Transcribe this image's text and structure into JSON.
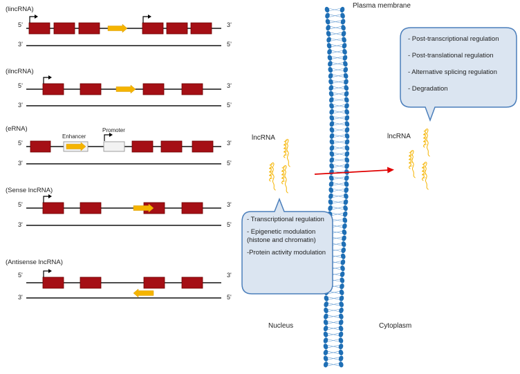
{
  "panels": [
    {
      "title": "(lincRNA)",
      "top_left": "5’",
      "top_right": "3’",
      "bottom_left": "3’",
      "bottom_right": "5’"
    },
    {
      "title": "(ilncRNA)",
      "top_left": "5’",
      "top_right": "3’",
      "bottom_left": "3’",
      "bottom_right": "5’"
    },
    {
      "title": "(eRNA)",
      "top_left": "5'",
      "top_right": "3'",
      "bottom_left": "3'",
      "bottom_right": "5'",
      "enhancer": "Enhancer",
      "promoter": "Promoter"
    },
    {
      "title": "(Sense lncRNA)",
      "top_left": "5'",
      "top_right": "3'",
      "bottom_left": "3'",
      "bottom_right": "5'"
    },
    {
      "title": "(Antisense lncRNA)",
      "top_left": "5'",
      "top_right": "3'",
      "bottom_left": "3'",
      "bottom_right": "5'"
    }
  ],
  "cell": {
    "membrane_label": "Plasma membrane",
    "nucleus_label": "Nucleus",
    "cytoplasm_label": "Cytoplasm",
    "lncrna_nucleus": "lncRNA",
    "lncrna_cytoplasm": "lncRNA"
  },
  "nuclear_functions": [
    "- Transcriptional regulation",
    "- Epigenetic modulation (histone and chromatin)",
    "-Protein activity modulation"
  ],
  "cytoplasmic_functions": [
    "- Post-transcriptional regulation",
    "- Post-translational regulation",
    "- Alternative splicing regulation",
    "- Degradation"
  ],
  "colors": {
    "exon": "#a50f15",
    "exon_border": "#6b0000",
    "arrow": "#f5b400",
    "bubble_fill": "#dbe5f1",
    "bubble_border": "#4a7ebb",
    "membrane": "#1f6fb5",
    "transport_arrow": "#e00000"
  }
}
